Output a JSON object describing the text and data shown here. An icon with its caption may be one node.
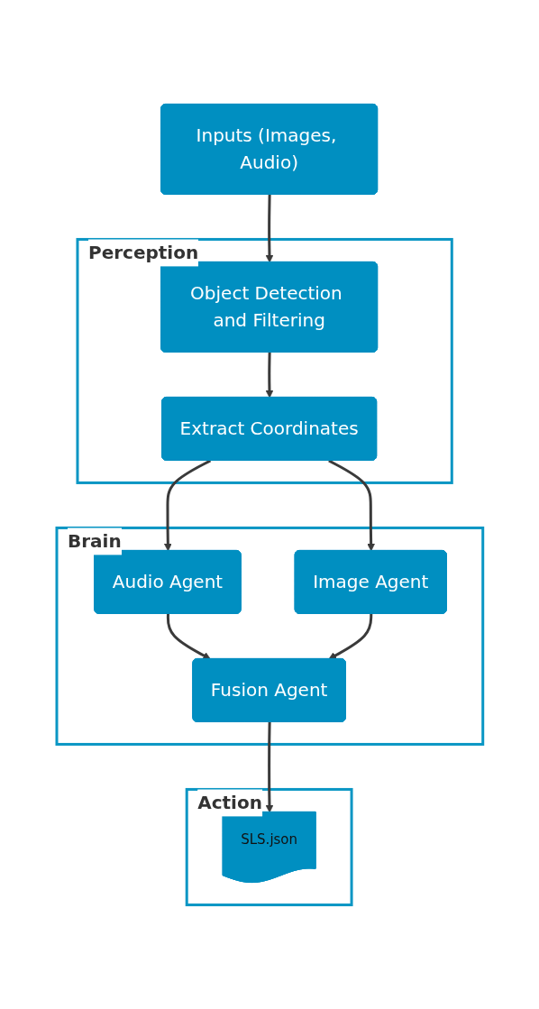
{
  "diagram": {
    "nodes": [
      {
        "text": [
          "Inputs (Images, Audio)"
        ]
      },
      {
        "text": [
          "Perception"
        ]
      },
      {
        "text": [
          "Object Detection and Filtering"
        ],
        "in": 1
      },
      {
        "text": [
          "Extract Coordinates"
        ],
        "in": 1
      },
      {
        "text": [
          "Brain"
        ]
      },
      {
        "text": [
          "Audio Agent"
        ],
        "in": 4
      },
      {
        "text": [
          "Image Agent"
        ],
        "in": 4
      },
      {
        "text": [
          "Fusion Agent"
        ],
        "in": 4
      },
      {
        "text": [
          "Action"
        ]
      },
      {
        "text": [
          "SLS.json"
        ],
        "in": 8
      }
    ],
    "edges": [
      {
        "from": 0,
        "to": 2,
        "arrow": "to"
      },
      {
        "from": 2,
        "to": 3,
        "arrow": "to"
      },
      {
        "from": 3,
        "to": 5,
        "arrow": "to"
      },
      {
        "from": 3,
        "to": 6,
        "arrow": "to"
      },
      {
        "from": 5,
        "to": 7,
        "arrow": "to"
      },
      {
        "from": 6,
        "to": 7,
        "arrow": "to"
      },
      {
        "from": 7,
        "to": 9,
        "arrow": "to"
      }
    ]
  }
}
